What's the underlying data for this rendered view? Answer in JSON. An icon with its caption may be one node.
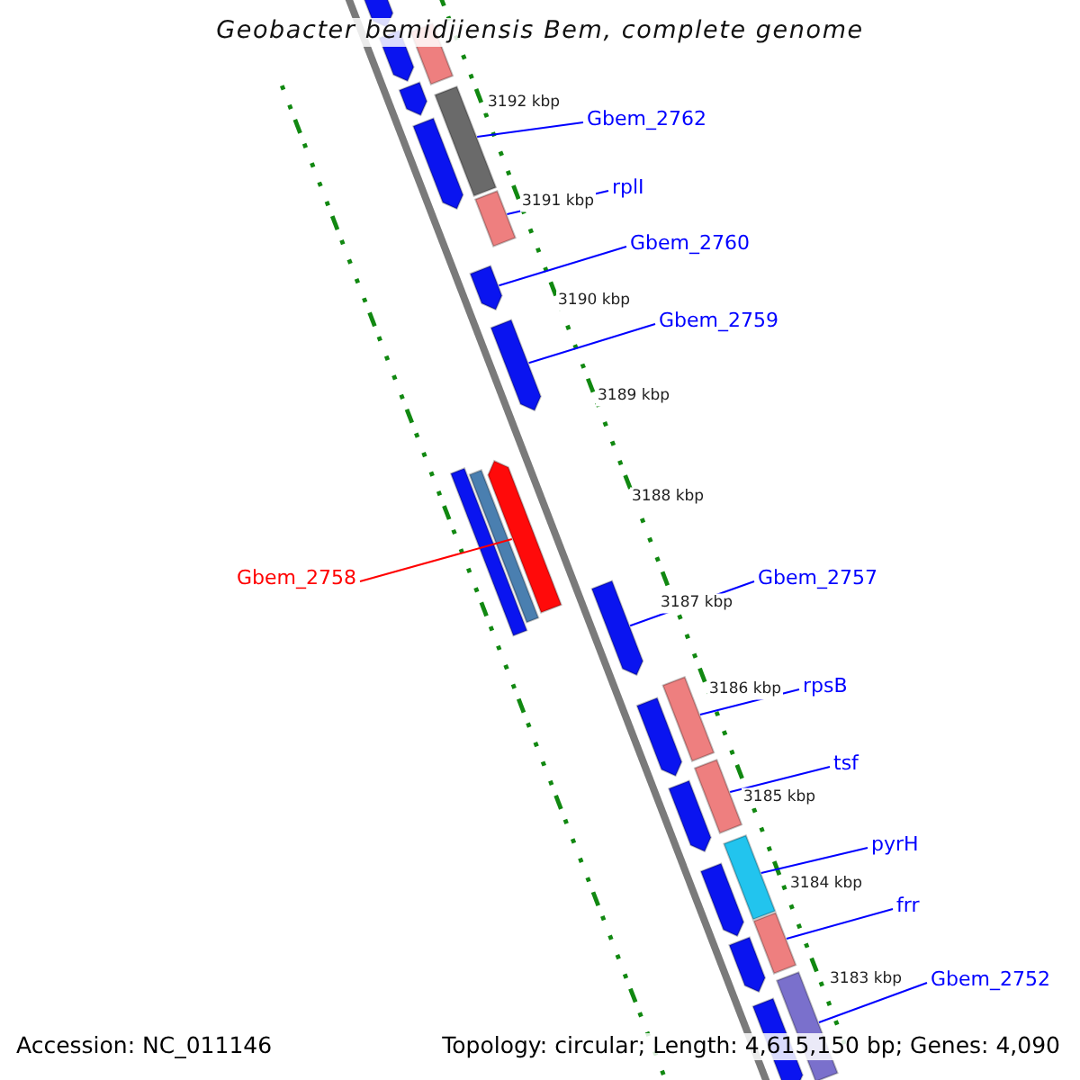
{
  "diagram": {
    "title": "Geobacter bemidjiensis Bem, complete genome",
    "nodes": [
      {
        "text": [
          "Gbem_2762"
        ]
      },
      {
        "text": [
          "rplI"
        ]
      },
      {
        "text": [
          "Gbem_2760"
        ]
      },
      {
        "text": [
          "Gbem_2759"
        ]
      },
      {
        "text": [
          "Gbem_2758"
        ]
      },
      {
        "text": [
          "Gbem_2757"
        ]
      },
      {
        "text": [
          "rpsB"
        ]
      },
      {
        "text": [
          "tsf"
        ]
      },
      {
        "text": [
          "pyrH"
        ]
      },
      {
        "text": [
          "frr"
        ]
      },
      {
        "text": [
          "Gbem_2752"
        ]
      },
      {
        "text": [],
        "shape": "arrow"
      },
      {
        "text": [],
        "shape": "bar"
      },
      {
        "text": [],
        "shape": "arrow"
      },
      {
        "text": [],
        "shape": "arrow"
      },
      {
        "text": [],
        "shape": "bar"
      },
      {
        "text": [],
        "shape": "arrow"
      },
      {
        "text": [],
        "shape": "bar"
      },
      {
        "text": [],
        "shape": "arrow"
      },
      {
        "text": [],
        "shape": "arrow"
      },
      {
        "text": [],
        "shape": "bar"
      },
      {
        "text": [],
        "shape": "arrow"
      },
      {
        "text": [],
        "shape": "bar"
      },
      {
        "text": [],
        "shape": "arrow"
      },
      {
        "text": [],
        "shape": "bar"
      },
      {
        "text": [],
        "shape": "arrow"
      },
      {
        "text": [],
        "shape": "bar"
      },
      {
        "text": [],
        "shape": "arrow"
      },
      {
        "text": [],
        "shape": "bar"
      },
      {
        "text": [],
        "shape": "arrow"
      },
      {
        "text": [],
        "shape": "bar"
      },
      {
        "text": [],
        "shape": "arrow"
      },
      {
        "text": [],
        "shape": "bar"
      },
      {
        "text": [],
        "shape": "arrow"
      }
    ],
    "edges": [
      {
        "from": 0,
        "to": 15,
        "arrow": "none"
      },
      {
        "from": 1,
        "to": 17,
        "arrow": "none"
      },
      {
        "from": 2,
        "to": 18,
        "arrow": "none"
      },
      {
        "from": 3,
        "to": 19,
        "arrow": "none"
      },
      {
        "from": 4,
        "to": 21,
        "arrow": "none",
        "color": "#ff0000"
      },
      {
        "from": 5,
        "to": 23,
        "arrow": "none"
      },
      {
        "from": 6,
        "to": 24,
        "arrow": "none"
      },
      {
        "from": 7,
        "to": 26,
        "arrow": "none"
      },
      {
        "from": 8,
        "to": 28,
        "arrow": "none"
      },
      {
        "from": 9,
        "to": 30,
        "arrow": "none"
      },
      {
        "from": 10,
        "to": 32,
        "arrow": "none"
      }
    ],
    "labels": [
      "3192 kbp",
      "3191 kbp",
      "3190 kbp",
      "3189 kbp",
      "3188 kbp",
      "3187 kbp",
      "3186 kbp",
      "3185 kbp",
      "3184 kbp",
      "3183 kbp",
      "Accession: NC_011146",
      "Topology: circular; Length: 4,615,150 bp; Genes: 4,090"
    ]
  }
}
